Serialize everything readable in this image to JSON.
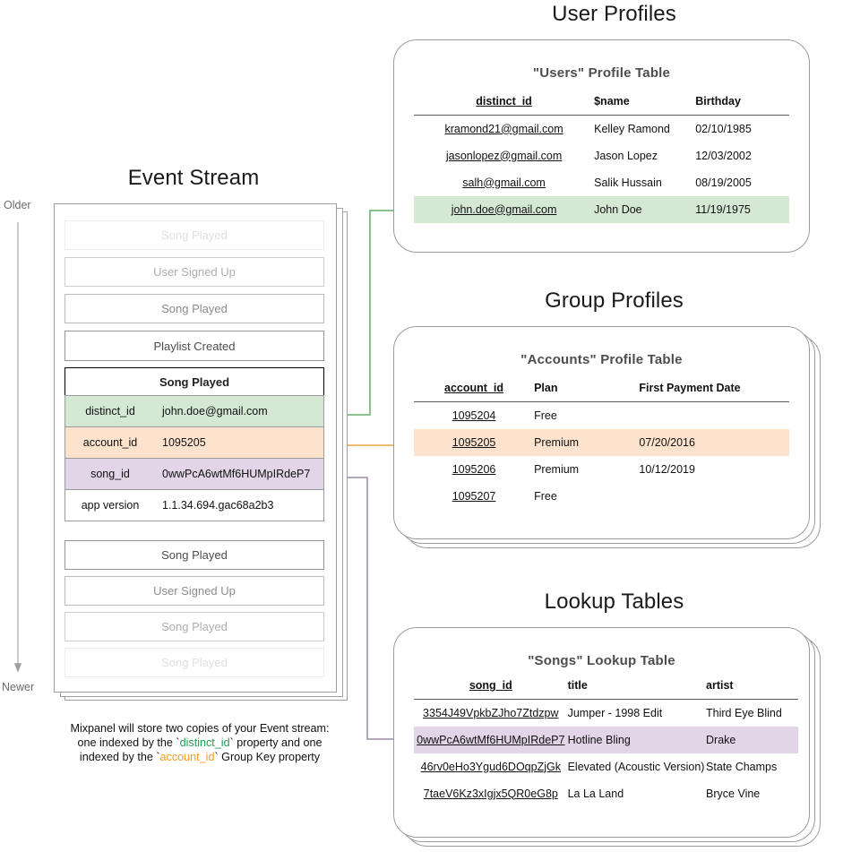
{
  "colors": {
    "green": "#d5e8d4",
    "orange": "#fde3cd",
    "purple": "#e1d5e7",
    "green_line": "#67ab6a",
    "orange_line": "#e8a33d",
    "purple_line": "#9c8aa5",
    "border": "#9b9b9b"
  },
  "timeline": {
    "older": "Older",
    "newer": "Newer"
  },
  "event_stream": {
    "title": "Event Stream",
    "before_events": [
      {
        "label": "Song Played",
        "fade": "f1"
      },
      {
        "label": "User Signed Up",
        "fade": "f2"
      },
      {
        "label": "Song Played",
        "fade": "f3"
      },
      {
        "label": "Playlist Created",
        "fade": "f4"
      }
    ],
    "focus_event": {
      "name": "Song Played",
      "properties": [
        {
          "key": "distinct_id",
          "value": "john.doe@gmail.com",
          "highlight": "green"
        },
        {
          "key": "account_id",
          "value": "1095205",
          "highlight": "orange"
        },
        {
          "key": "song_id",
          "value": "0wwPcA6wtMf6HUMpIRdeP7",
          "highlight": "purple"
        },
        {
          "key": "app version",
          "value": "1.1.34.694.gac68a2b3",
          "highlight": "none"
        }
      ]
    },
    "after_events": [
      {
        "label": "Song Played",
        "fade": "f4"
      },
      {
        "label": "User Signed Up",
        "fade": "f3"
      },
      {
        "label": "Song Played",
        "fade": "f2"
      },
      {
        "label": "Song Played",
        "fade": "f1"
      }
    ],
    "caption": {
      "line1": "Mixpanel will store two copies of your Event stream:",
      "line2_pre": "one indexed by the `",
      "line2_token": "distinct_id",
      "line2_post": "` property and one",
      "line3_pre": "indexed by the `",
      "line3_token": "account_id",
      "line3_post": "` Group Key property"
    }
  },
  "user_profiles": {
    "section_title": "User Profiles",
    "card_title": "\"Users\" Profile Table",
    "columns": [
      "distinct_id",
      "$name",
      "Birthday"
    ],
    "rows": [
      {
        "cells": [
          "kramond21@gmail.com",
          "Kelley Ramond",
          "02/10/1985"
        ],
        "highlight": "none"
      },
      {
        "cells": [
          "jasonlopez@gmail.com",
          "Jason Lopez",
          "12/03/2002"
        ],
        "highlight": "none"
      },
      {
        "cells": [
          "salh@gmail.com",
          "Salik Hussain",
          "08/19/2005"
        ],
        "highlight": "none"
      },
      {
        "cells": [
          "john.doe@gmail.com",
          "John Doe",
          "11/19/1975"
        ],
        "highlight": "green"
      }
    ]
  },
  "group_profiles": {
    "section_title": "Group Profiles",
    "card_title": "\"Accounts\" Profile Table",
    "columns": [
      "account_id",
      "Plan",
      "First Payment Date"
    ],
    "rows": [
      {
        "cells": [
          "1095204",
          "Free",
          ""
        ],
        "highlight": "none"
      },
      {
        "cells": [
          "1095205",
          "Premium",
          "07/20/2016"
        ],
        "highlight": "orange"
      },
      {
        "cells": [
          "1095206",
          "Premium",
          "10/12/2019"
        ],
        "highlight": "none"
      },
      {
        "cells": [
          "1095207",
          "Free",
          ""
        ],
        "highlight": "none"
      }
    ]
  },
  "lookup_tables": {
    "section_title": "Lookup Tables",
    "card_title": "\"Songs\" Lookup Table",
    "columns": [
      "song_id",
      "title",
      "artist"
    ],
    "rows": [
      {
        "cells": [
          "3354J49VpkbZJho7Ztdzpw",
          "Jumper - 1998 Edit",
          "Third Eye Blind"
        ],
        "highlight": "none"
      },
      {
        "cells": [
          "0wwPcA6wtMf6HUMpIRdeP7",
          "Hotline Bling",
          "Drake"
        ],
        "highlight": "purple"
      },
      {
        "cells": [
          "46rv0eHo3Ygud6DOqpZjGk",
          "Elevated (Acoustic Version)",
          "State Champs"
        ],
        "highlight": "none"
      },
      {
        "cells": [
          "7taeV6Kz3xIgjx5QR0eG8p",
          "La La Land",
          "Bryce Vine"
        ],
        "highlight": "none"
      }
    ]
  }
}
